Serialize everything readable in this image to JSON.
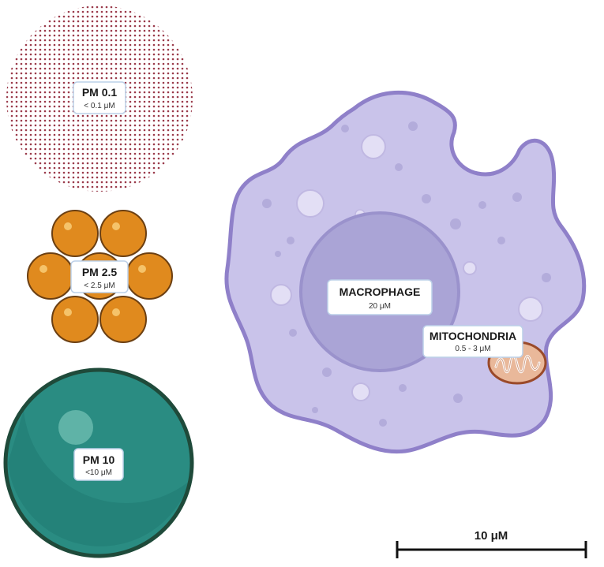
{
  "pm01": {
    "title": "PM 0.1",
    "size": "< 0.1 μM"
  },
  "pm25": {
    "title": "PM 2.5",
    "size": "< 2.5 μM"
  },
  "pm10": {
    "title": "PM 10",
    "size": "<10 μM"
  },
  "macrophage": {
    "title": "MACROPHAGE",
    "size": "20 μM"
  },
  "mitochondria": {
    "title": "MITOCHONDRIA",
    "size": "0.5 - 3 μM"
  },
  "scale_bar": {
    "label": "10 μM"
  },
  "colors": {
    "pm01_dots": "#9a3a4a",
    "pm25_fill": "#e08a1e",
    "pm25_stroke": "#6b3f12",
    "pm10_fill": "#2a8c82",
    "pm10_stroke": "#1f4a3a",
    "cell_fill": "#c9c3ea",
    "cell_stroke": "#8f80c9",
    "nucleus_fill": "#aaa4d6",
    "mito_fill": "#e9b89a",
    "mito_stroke": "#9a4a2a"
  }
}
